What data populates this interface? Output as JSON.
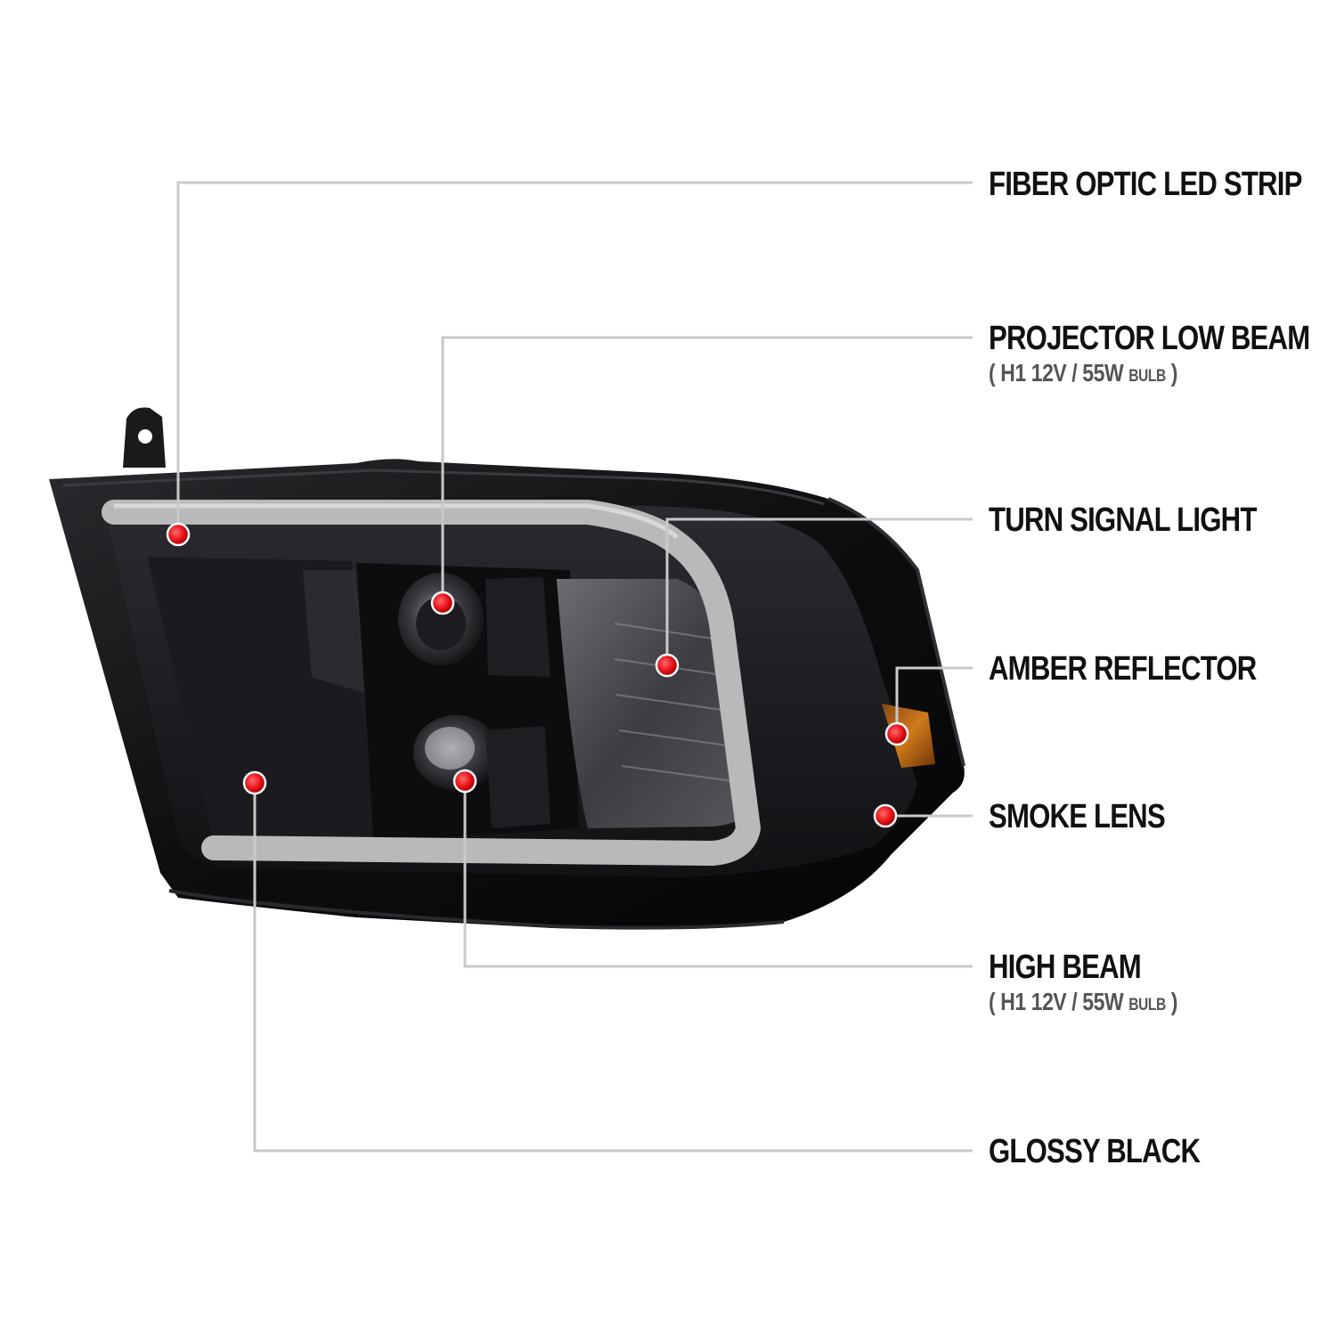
{
  "colors": {
    "leader_line": "#c9c9c9",
    "marker": "#e8131b",
    "housing": "#0c0c0e",
    "led_strip": "#b9b9bc",
    "amber": "#c46a12",
    "label_text": "#111111",
    "sub_text": "#555555"
  },
  "callouts": [
    {
      "id": "fiber-optic-led-strip",
      "label": "FIBER OPTIC LED STRIP"
    },
    {
      "id": "projector-low-beam",
      "label": "PROJECTOR LOW BEAM",
      "sub": {
        "open": "(",
        "spec": "H1  12V / 55W",
        "unit": "BULB",
        "close": ")"
      }
    },
    {
      "id": "turn-signal-light",
      "label": "TURN SIGNAL LIGHT"
    },
    {
      "id": "amber-reflector",
      "label": "AMBER REFLECTOR"
    },
    {
      "id": "smoke-lens",
      "label": "SMOKE LENS"
    },
    {
      "id": "high-beam",
      "label": "HIGH BEAM",
      "sub": {
        "open": "(",
        "spec": "H1  12V / 55W",
        "unit": "BULB",
        "close": ")"
      }
    },
    {
      "id": "glossy-black",
      "label": "GLOSSY BLACK"
    }
  ]
}
